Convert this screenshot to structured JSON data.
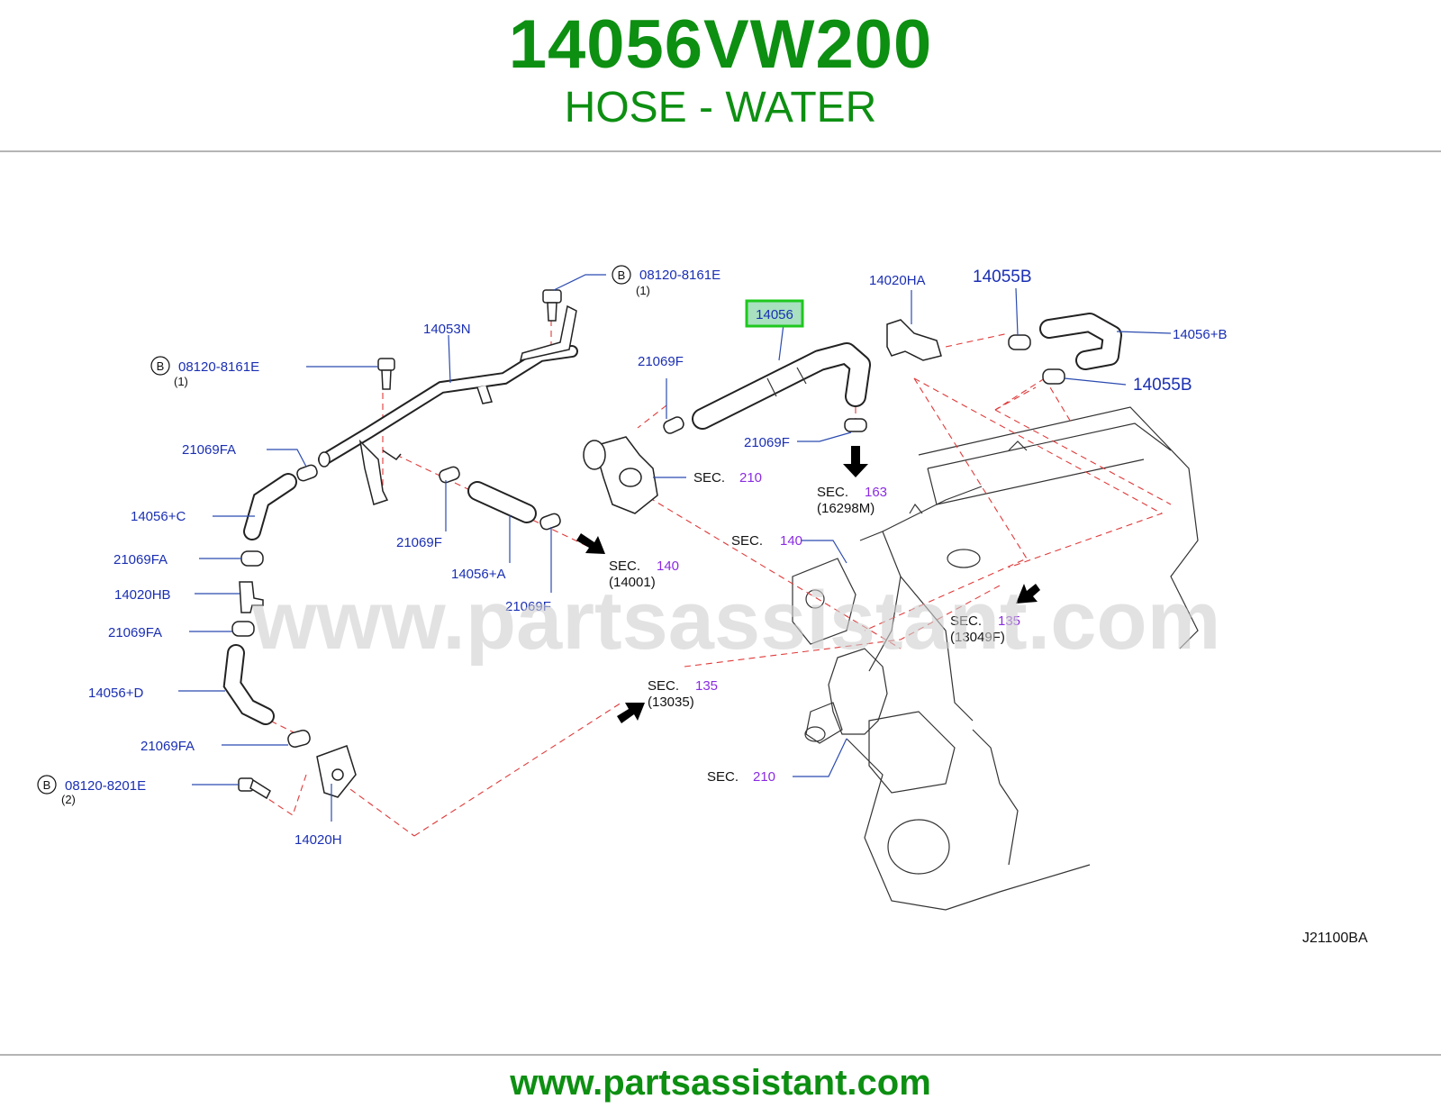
{
  "header": {
    "part_number": "14056VW200",
    "description": "HOSE - WATER"
  },
  "footer": {
    "url": "www.partsassistant.com"
  },
  "watermark": "www.partsassistant.com",
  "diagram_code": "J21100BA",
  "colors": {
    "brand_green": "#0d8f12",
    "label_blue": "#1a2fb3",
    "section_purple": "#8a2be2",
    "highlight_green": "#1ec81e",
    "dash_red": "#e03a3a"
  },
  "bolt_refs": [
    {
      "letter": "B",
      "code": "08120-8161E",
      "qty": "(1)"
    },
    {
      "letter": "B",
      "code": "08120-8161E",
      "qty": "(1)"
    },
    {
      "letter": "B",
      "code": "08120-8201E",
      "qty": "(2)"
    }
  ],
  "labels": {
    "highlight": "14056",
    "p14053N": "14053N",
    "p21069F_top": "21069F",
    "p21069F_right": "21069F",
    "p21069F_mid": "21069F",
    "p21069F_low": "21069F",
    "p21069FA_1": "21069FA",
    "p21069FA_2": "21069FA",
    "p21069FA_3": "21069FA",
    "p21069FA_4": "21069FA",
    "p14056C": "14056+C",
    "p14020HB": "14020HB",
    "p14056D": "14056+D",
    "p14020H": "14020H",
    "p14056A": "14056+A",
    "p14020HA": "14020HA",
    "p14055B_top": "14055B",
    "p14055B_low": "14055B",
    "p14056B": "14056+B"
  },
  "sections": [
    {
      "prefix": "SEC.",
      "num": "210",
      "ref": ""
    },
    {
      "prefix": "SEC.",
      "num": "163",
      "ref": "(16298M)"
    },
    {
      "prefix": "SEC.",
      "num": "140",
      "ref": ""
    },
    {
      "prefix": "SEC.",
      "num": "140",
      "ref": "(14001)"
    },
    {
      "prefix": "SEC.",
      "num": "135",
      "ref": "(13049F)"
    },
    {
      "prefix": "SEC.",
      "num": "135",
      "ref": "(13035)"
    },
    {
      "prefix": "SEC.",
      "num": "210",
      "ref": ""
    }
  ]
}
